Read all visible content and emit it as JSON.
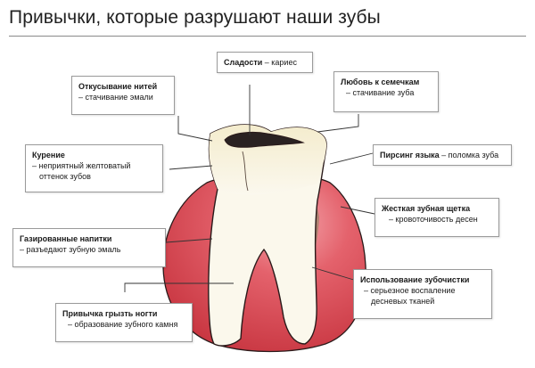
{
  "title": "Привычки, которые разрушают наши зубы",
  "labels": {
    "sweets": {
      "title": "Сладости",
      "desc": " – кариес"
    },
    "thread": {
      "title": "Откусывание нитей",
      "desc": "– стачивание эмали"
    },
    "seeds": {
      "title": "Любовь к семечкам",
      "desc": "– стачивание зуба"
    },
    "smoking": {
      "title": "Курение",
      "desc1": "– неприятный желтоватый",
      "desc2": "оттенок зубов"
    },
    "piercing": {
      "title": "Пирсинг языка",
      "desc": " – поломка зуба"
    },
    "brush": {
      "title": "Жесткая зубная щетка",
      "desc": "– кровоточивость десен"
    },
    "soda": {
      "title": "Газированные напитки",
      "desc": "– разъедают  зубную эмаль"
    },
    "toothpick": {
      "title": "Использование зубочистки",
      "desc1": "– серьезное воспаление",
      "desc2": "десневых тканей"
    },
    "nails": {
      "title": "Привычка грызть ногти",
      "desc": "– образование зубного камня"
    }
  },
  "colors": {
    "gum": "#c9353f",
    "gum_light": "#e97a82",
    "tooth": "#fbf8ec",
    "tooth_crown": "#f3ecd0",
    "tartar": "#a88870",
    "cavity": "#2a2222"
  }
}
